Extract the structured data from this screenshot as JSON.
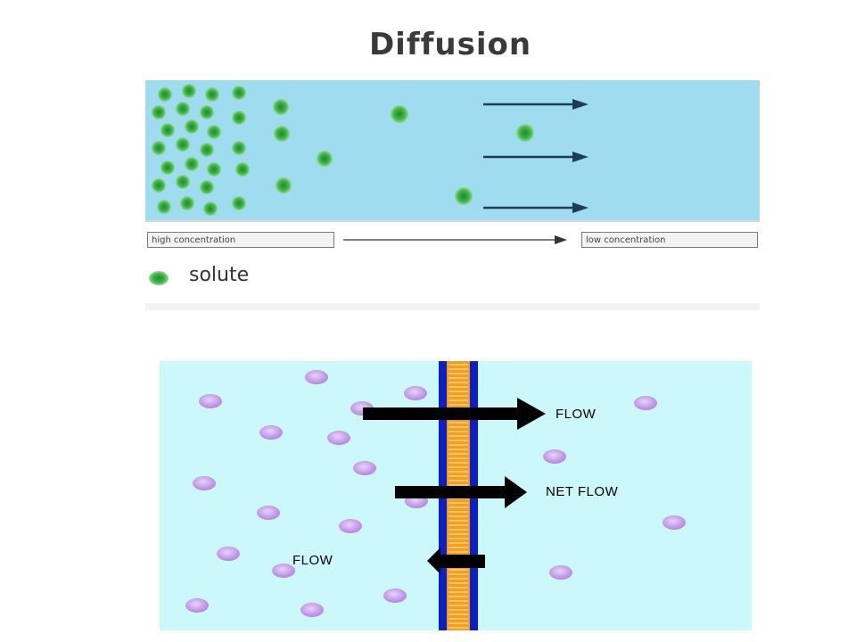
{
  "top_diagram": {
    "title": "Diffusion",
    "high_concentration_label": "high concentration",
    "low_concentration_label": "low concentration",
    "legend_label": "solute",
    "colors": {
      "fluid": "#9fdcf0",
      "solute": "#3fb24a",
      "arrow": "#1f3b5c"
    }
  },
  "bottom_diagram": {
    "flow_top_label": "FLOW",
    "net_flow_label": "NET FLOW",
    "flow_left_label": "FLOW",
    "colors": {
      "fluid": "#ccf7fb",
      "particle": "#c79ce8",
      "membrane_frame": "#0b1fc4",
      "membrane_core": "#f0a020",
      "arrow": "#000000"
    }
  }
}
